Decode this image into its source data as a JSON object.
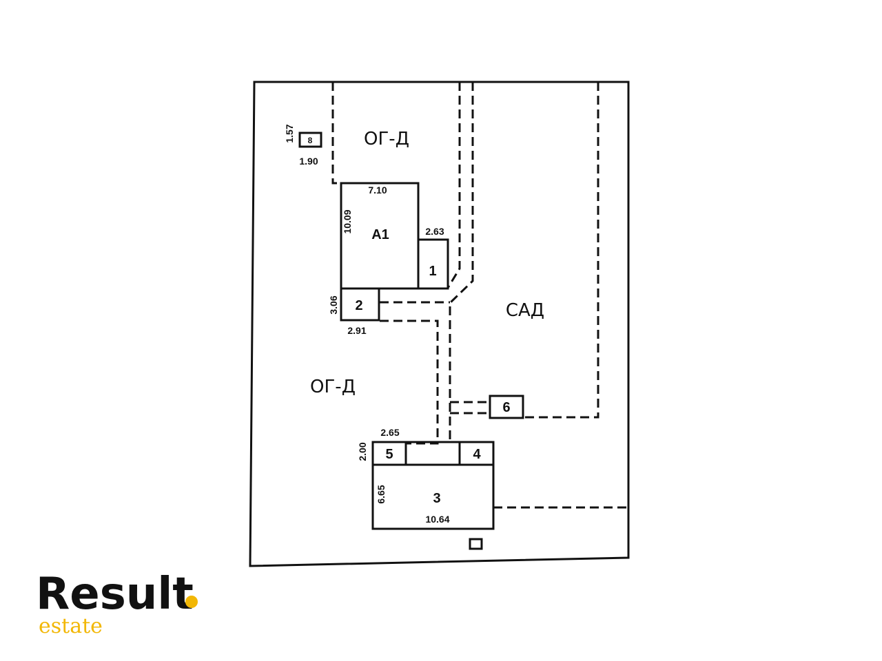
{
  "zones": {
    "garden_top": "ОГ-Д",
    "garden_left": "ОГ-Д",
    "orchard": "САД"
  },
  "buildings": {
    "a1": {
      "label": "А1",
      "width": "7.10",
      "height": "10.09"
    },
    "b1": {
      "label": "1",
      "width": "2.63"
    },
    "b2": {
      "label": "2",
      "width": "2.91",
      "height": "3.06"
    },
    "b3": {
      "label": "3",
      "width": "10.64",
      "height": "6.65"
    },
    "b4": {
      "label": "4"
    },
    "b5": {
      "label": "5",
      "width": "2.65",
      "height": "2.00"
    },
    "b6": {
      "label": "6"
    },
    "b8": {
      "label": "8",
      "width": "1.90",
      "height": "1.57"
    }
  },
  "logo": {
    "name": "Result",
    "sub": "estate",
    "accent": "#f2b705",
    "text_color": "#111111"
  }
}
